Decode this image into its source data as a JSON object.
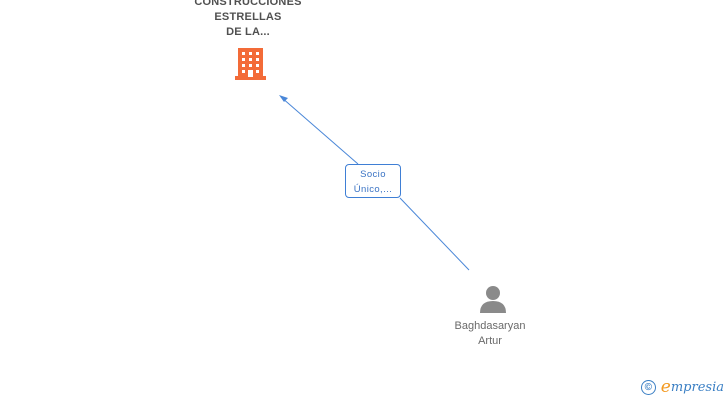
{
  "company": {
    "name_lines": [
      "CONSTRUCCIONES",
      "ESTRELLAS",
      "DE LA..."
    ],
    "icon": "building-icon",
    "icon_color": "#f36b38"
  },
  "relation": {
    "role_lines": [
      "Socio",
      "Único,..."
    ],
    "line_color": "#4a87d8"
  },
  "person": {
    "name_lines": [
      "Baghdasaryan",
      "Artur"
    ],
    "icon": "person-icon",
    "icon_color": "#8a8a8a"
  },
  "brand": {
    "copyright_symbol": "©",
    "logo_mark": "e",
    "logo_text": "mpresia"
  }
}
